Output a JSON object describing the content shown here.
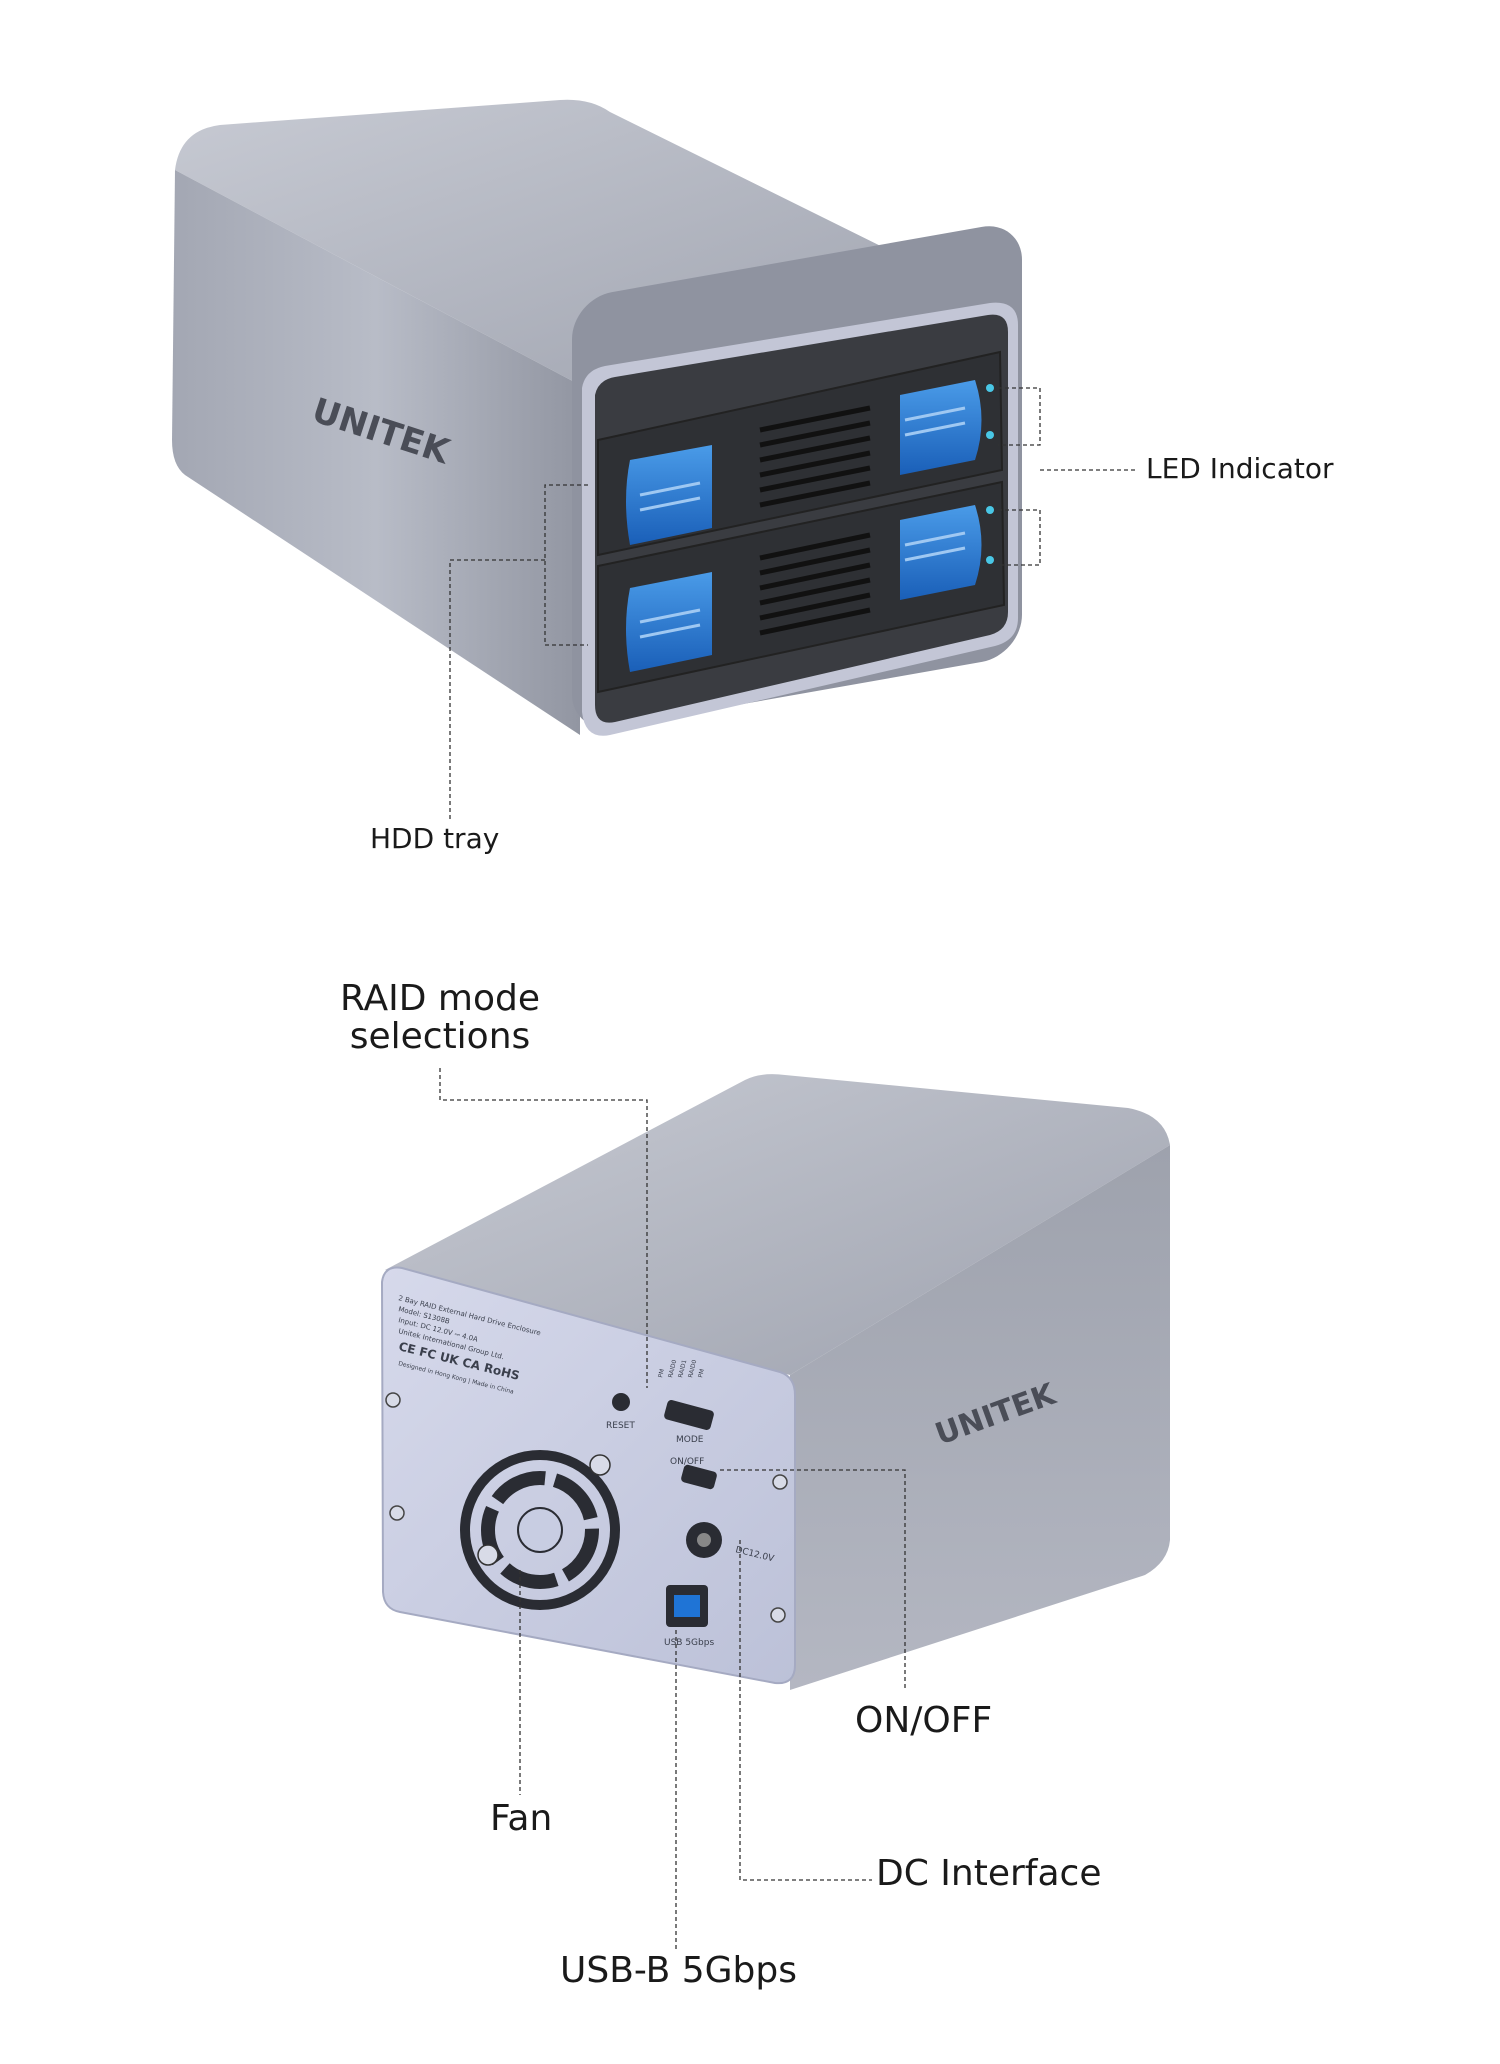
{
  "brand": "UNITEK",
  "top_callouts": {
    "led_indicator": "LED Indicator",
    "hdd_tray": "HDD tray"
  },
  "bottom_callouts": {
    "raid_mode_line1": "RAID mode",
    "raid_mode_line2": "selections",
    "on_off": "ON/OFF",
    "fan": "Fan",
    "dc_interface": "DC Interface",
    "usb_b": "USB-B 5Gbps"
  },
  "rear_panel": {
    "spec_line1": "2 Bay RAID External Hard Drive Enclosure",
    "spec_line2": "Model: S1308B",
    "spec_line3": "Input: DC 12.0V ⎓ 4.0A",
    "spec_line4": "Unitek International Group Ltd.",
    "cert_marks": "CE FC UK CA RoHS",
    "origin": "Designed in Hong Kong | Made in China",
    "reset_label": "RESET",
    "mode_label": "MODE",
    "mode_options": [
      "PM",
      "RAID0",
      "RAID1",
      "RAID0",
      "PM"
    ],
    "onoff_label": "ON/OFF",
    "dc_label": "DC12.0V",
    "usb_label": "USB 5Gbps"
  },
  "colors": {
    "shell": "#a9adb8",
    "front_panel": "#3b3d42",
    "tray_accent": "#1f74d6",
    "led": "#49c7e6",
    "rear_plate": "#cdd1e4"
  }
}
